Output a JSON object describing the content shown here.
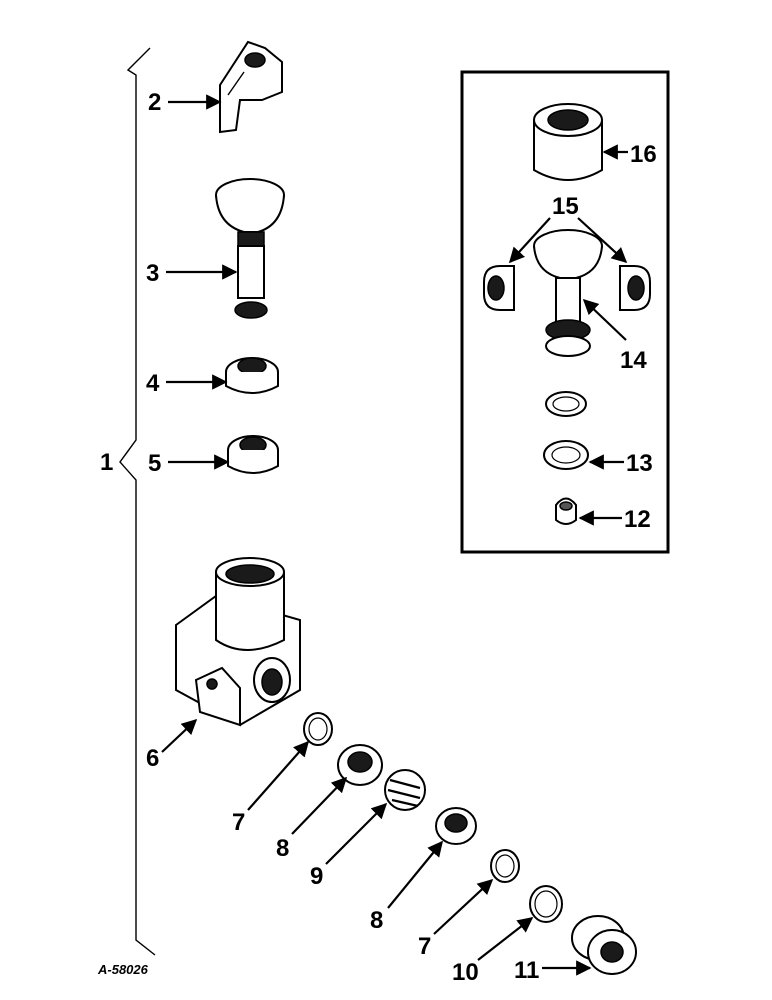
{
  "callouts": {
    "c1": "1",
    "c2": "2",
    "c3": "3",
    "c4": "4",
    "c5": "5",
    "c6": "6",
    "c7a": "7",
    "c8a": "8",
    "c9": "9",
    "c8b": "8",
    "c7b": "7",
    "c10": "10",
    "c11": "11",
    "c12": "12",
    "c13": "13",
    "c14": "14",
    "c15": "15",
    "c16": "16"
  },
  "drawing_number": "A-58026"
}
